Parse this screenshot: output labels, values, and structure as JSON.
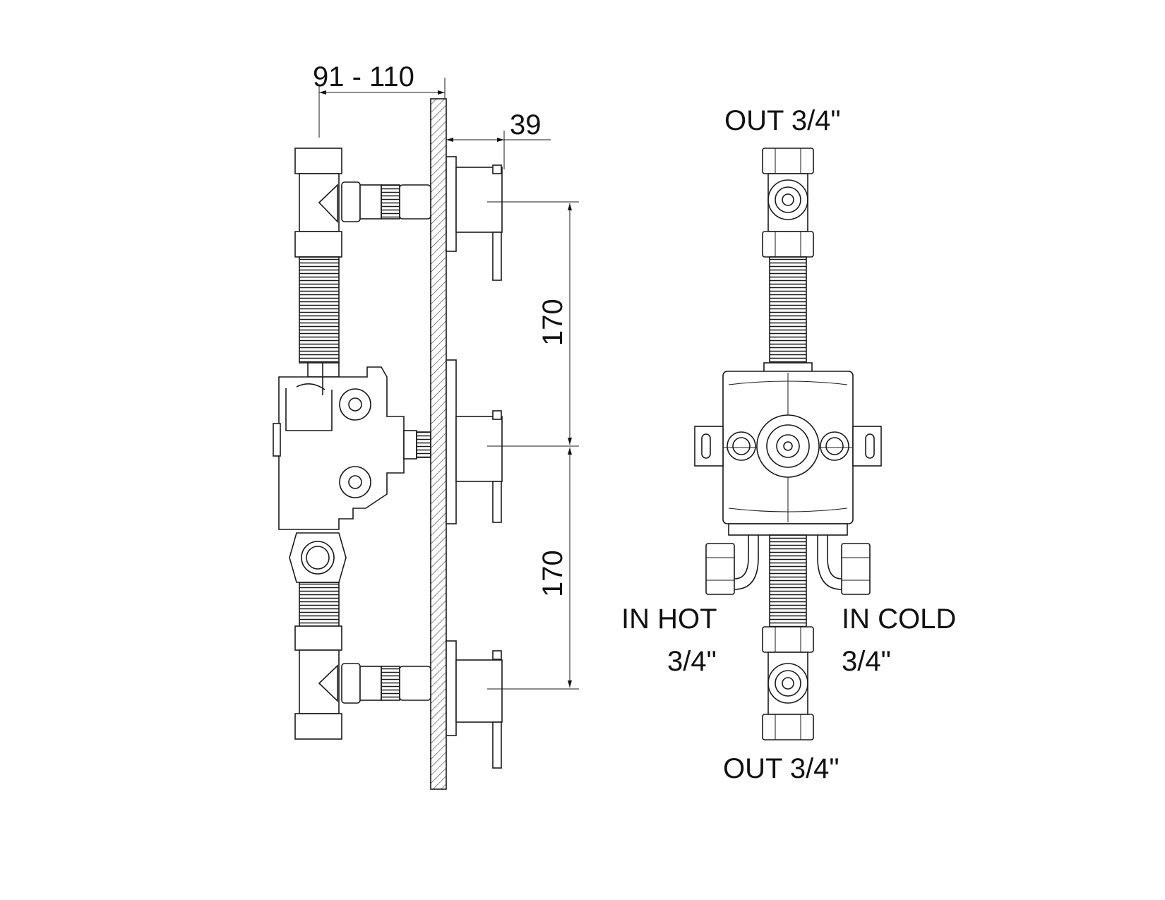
{
  "dimensions": {
    "depth_range": "91 - 110",
    "plate_offset": "39",
    "spacing_upper": "170",
    "spacing_lower": "170"
  },
  "labels": {
    "out_top": "OUT 3/4\"",
    "out_bottom": "OUT 3/4\"",
    "in_hot_line1": "IN HOT",
    "in_hot_line2": "3/4\"",
    "in_cold_line1": "IN COLD",
    "in_cold_line2": "3/4\""
  },
  "colors": {
    "line": "#1a1a1a",
    "background": "#ffffff"
  }
}
